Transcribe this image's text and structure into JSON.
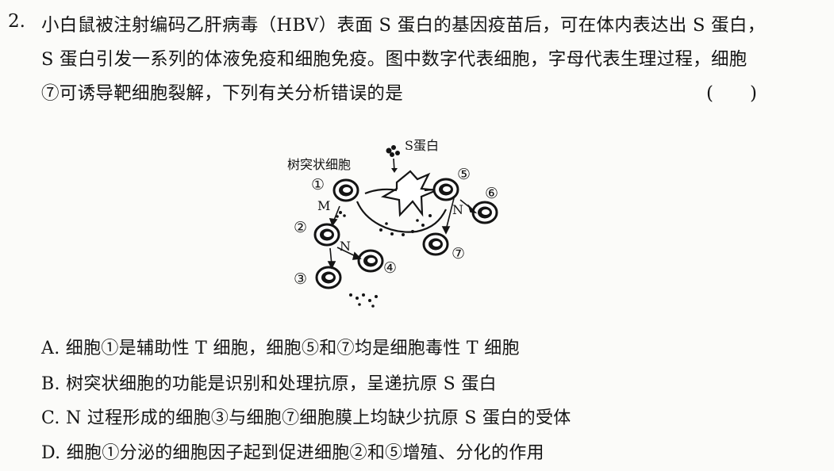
{
  "question": {
    "number": "2.",
    "stem_lines": [
      "小白鼠被注射编码乙肝病毒（HBV）表面 S 蛋白的基因疫苗后，可在体内表达出 S 蛋白，",
      "S 蛋白引发一系列的体液免疫和细胞免疫。图中数字代表细胞，字母代表生理过程，细胞",
      "⑦可诱导靶细胞裂解，下列有关分析错误的是"
    ],
    "answer_bracket": "(　　)"
  },
  "figure": {
    "labels": {
      "s_protein": "S蛋白",
      "dendritic_cell": "树突状细胞",
      "c1": "①",
      "c2": "②",
      "c3": "③",
      "c4": "④",
      "c5": "⑤",
      "c6": "⑥",
      "c7": "⑦",
      "process_m": "M",
      "process_n1": "N",
      "process_n2": "N"
    }
  },
  "options": [
    {
      "letter": "A.",
      "text": "细胞①是辅助性 T 细胞，细胞⑤和⑦均是细胞毒性 T 细胞"
    },
    {
      "letter": "B.",
      "text": "树突状细胞的功能是识别和处理抗原，呈递抗原 S 蛋白"
    },
    {
      "letter": "C.",
      "text": "N 过程形成的细胞③与细胞⑦细胞膜上均缺少抗原 S 蛋白的受体"
    },
    {
      "letter": "D.",
      "text": "细胞①分泌的细胞因子起到促进细胞②和⑤增殖、分化的作用"
    }
  ]
}
